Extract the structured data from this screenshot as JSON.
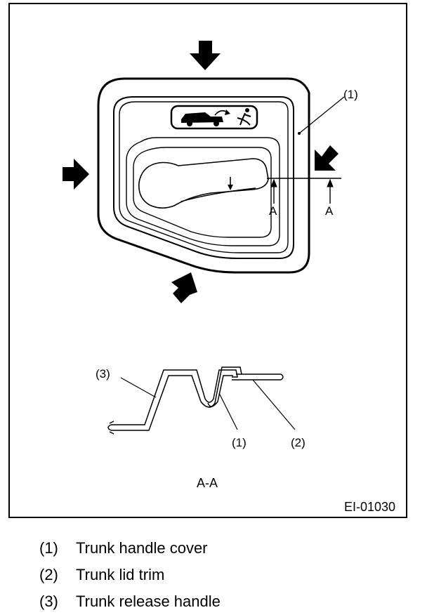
{
  "figure": {
    "callouts": {
      "c1_top": "(1)",
      "c1_bottom": "(1)",
      "c2": "(2)",
      "c3": "(3)"
    },
    "section_marks": {
      "left": "A",
      "right": "A"
    },
    "section_title": "A-A",
    "figure_code": "EI-01030"
  },
  "legend": [
    {
      "num": "(1)",
      "text": "Trunk handle cover"
    },
    {
      "num": "(2)",
      "text": "Trunk lid trim"
    },
    {
      "num": "(3)",
      "text": "Trunk release handle"
    }
  ]
}
